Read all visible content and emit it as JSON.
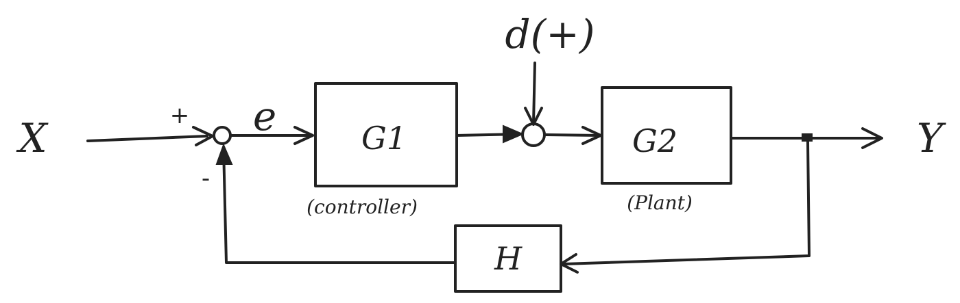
{
  "input": {
    "label": "X"
  },
  "output": {
    "label": "Y"
  },
  "error_signal": {
    "label": "e"
  },
  "disturbance": {
    "label": "d(+)"
  },
  "summing_junction": {
    "plus_sign": "+",
    "minus_sign": "-"
  },
  "blocks": {
    "controller": {
      "label": "G1",
      "caption": "(controller)"
    },
    "plant": {
      "label": "G2",
      "caption": "(Plant)"
    },
    "feedback": {
      "label": "H"
    }
  },
  "colors": {
    "ink": "#222222",
    "background": "#ffffff"
  }
}
